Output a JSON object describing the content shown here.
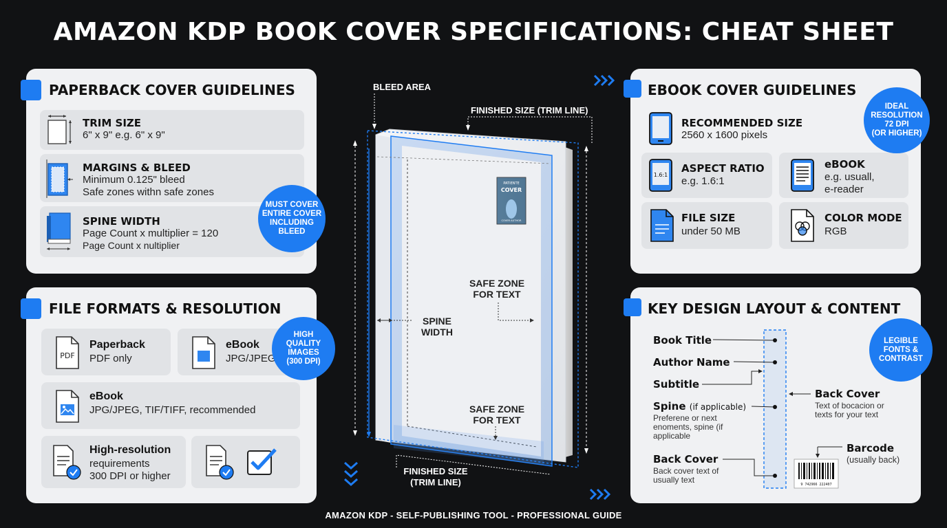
{
  "title": "AMAZON KDP BOOK COVER SPECIFICATIONS: CHEAT SHEET",
  "footer": "AMAZON KDP - SELF-PUBLISHING TOOL - PROFESSIONAL GUIDE",
  "paperback": {
    "title": "PAPERBACK COVER GUIDELINES",
    "trim": {
      "heading": "TRIM SIZE",
      "text": "6\" x 9\" e.g. 6\" x 9\""
    },
    "margins": {
      "heading": "MARGINS & BLEED",
      "line1": "Minimum 0.125\" bleed",
      "line2": "Safe zones withn safe zones"
    },
    "spine": {
      "heading": "SPINE WIDTH",
      "line1": "Page Count x multiplier = 120",
      "line2": "Page Count x nultiplier"
    },
    "badge": [
      "MUST COVER",
      "ENTIRE COVER",
      "INCLUDING",
      "BLEED"
    ]
  },
  "formats": {
    "title": "FILE FORMATS & RESOLUTION",
    "paperback": {
      "heading": "Paperback",
      "text": "PDF only",
      "icon_text": "PDF"
    },
    "ebook1": {
      "heading": "eBook",
      "text": "JPG/JPEG"
    },
    "ebook2": {
      "heading": "eBook",
      "text": "JPG/JPEG, TIF/TIFF, recommended"
    },
    "hires": {
      "heading": "High-resolution",
      "line1": "requirements",
      "line2": "300 DPI or higher"
    },
    "badge": [
      "HIGH",
      "QUALITY",
      "IMAGES",
      "(300 DPI)"
    ]
  },
  "ebook": {
    "title": "EBOOK COVER GUIDELINES",
    "size": {
      "heading": "RECOMMENDED SIZE",
      "text": "2560 x 1600 pixels"
    },
    "aspect": {
      "heading": "ASPECT RATIO",
      "text": "e.g. 1.6:1",
      "icon_text": "1.6:1"
    },
    "ebookfmt": {
      "heading": "eBOOK",
      "line1": "e.g. usuall,",
      "line2": "e-reader"
    },
    "filesize": {
      "heading": "FILE SIZE",
      "text": "under 50 MB"
    },
    "color": {
      "heading": "COLOR MODE",
      "text": "RGB"
    },
    "badge": [
      "IDEAL",
      "RESOLUTION",
      "72 DPI",
      "(OR HIGHER)"
    ]
  },
  "layout": {
    "title": "KEY DESIGN LAYOUT & CONTENT",
    "book_title": "Book Title",
    "author": "Author Name",
    "subtitle": "Subtitle",
    "spine": "Spine",
    "spine_note": "(if applicable)",
    "spine_desc": [
      "Preferene or next",
      "enoments, spine (if",
      "applicable"
    ],
    "back_cover_left": "Back Cover",
    "back_cover_left_desc": [
      "Back cover text of",
      "usually text"
    ],
    "back_cover_right": "Back Cover",
    "back_cover_right_desc": [
      "Text of bocacion or",
      "texts for your text"
    ],
    "barcode": "Barcode",
    "barcode_note": "(usually back)",
    "barcode_digits": "9 742966 222407",
    "badge": [
      "LEGIBLE",
      "FONTS &",
      "CONTRAST"
    ]
  },
  "diagram": {
    "bleed_area": "BLEED AREA",
    "finished_top": "FINISHED SIZE (TRIM LINE)",
    "safe_zone_1": [
      "SAFE ZONE",
      "FOR TEXT"
    ],
    "spine_width": [
      "SPINE",
      "WIDTH"
    ],
    "safe_zone_2": [
      "SAFE ZONE",
      "FOR TEXT"
    ],
    "finished_bottom": [
      "FINISHED SIZE",
      "(TRIM LINE)"
    ],
    "mini_cover": {
      "title1": "PATIENTE",
      "title2": "COVER",
      "author": "COVER AUTHOR"
    }
  },
  "colors": {
    "accent": "#1e7cf2",
    "panel": "#f0f1f3",
    "card": "#e1e3e6",
    "background": "#111214"
  }
}
